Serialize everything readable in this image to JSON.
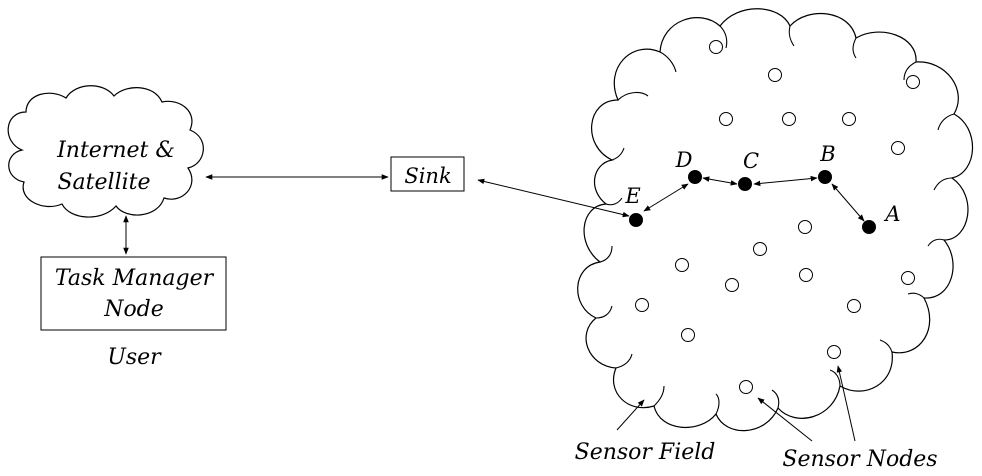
{
  "labels": {
    "internet_line1": "Internet &",
    "internet_line2": "Satellite",
    "task_line1": "Task Manager",
    "task_line2": "Node",
    "user": "User",
    "sink": "Sink",
    "sensor_field": "Sensor Field",
    "sensor_nodes": "Sensor Nodes"
  },
  "path_nodes": {
    "a": "A",
    "b": "B",
    "c": "C",
    "d": "D",
    "e": "E"
  }
}
